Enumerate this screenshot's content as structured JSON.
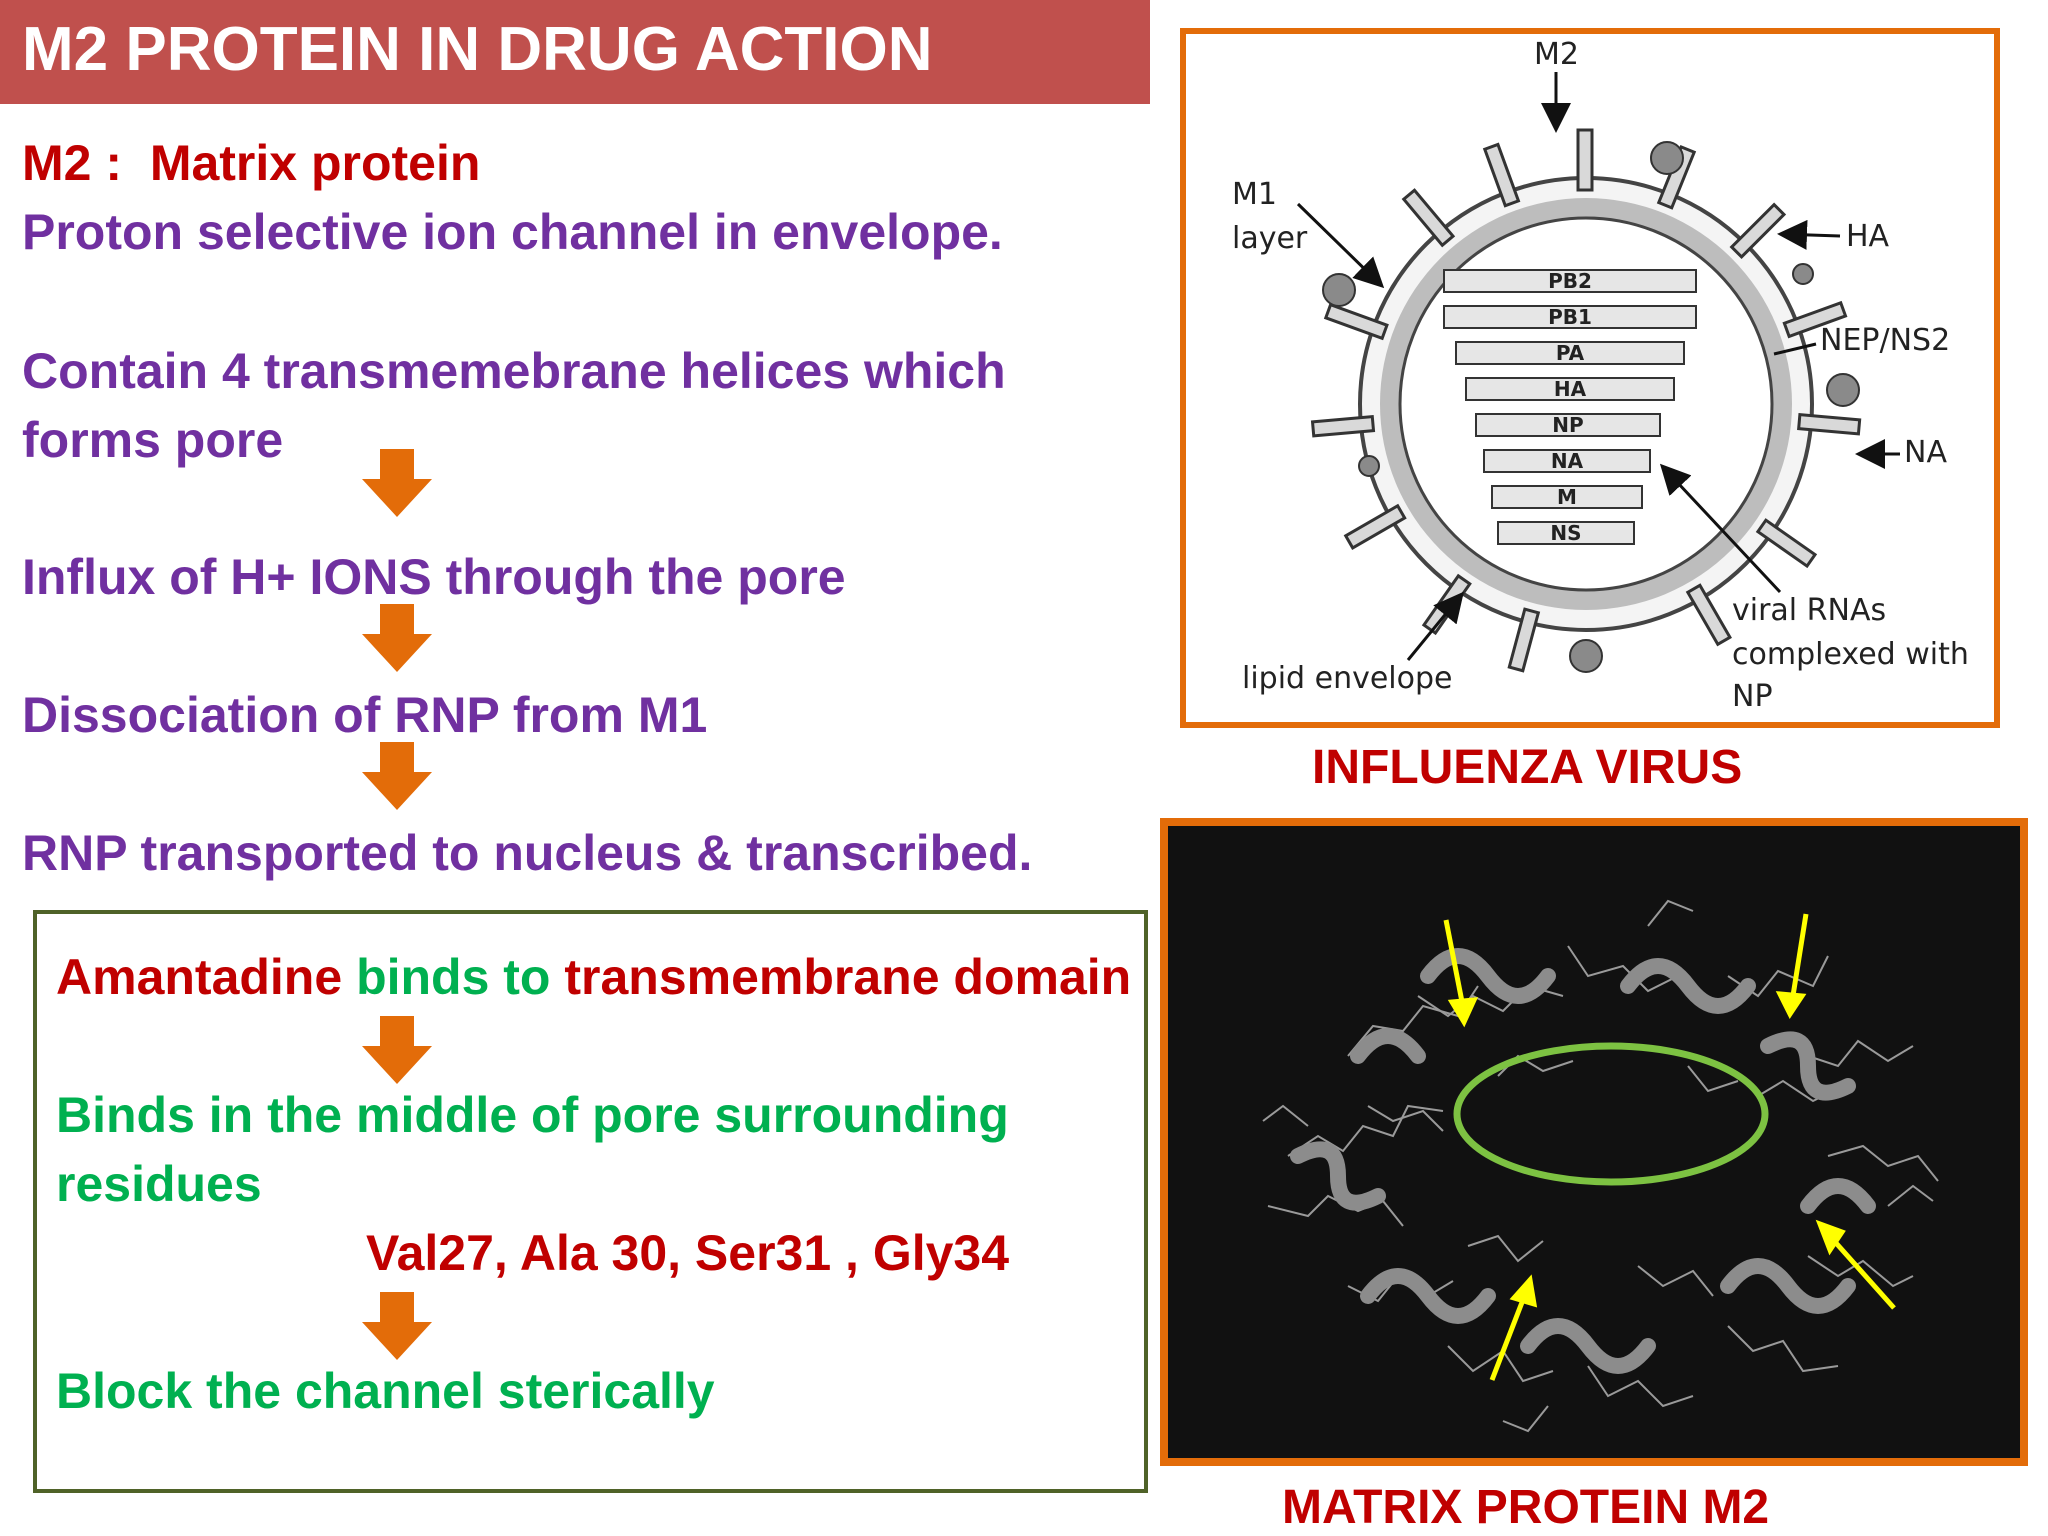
{
  "title": "M2 PROTEIN IN DRUG ACTION",
  "left": {
    "m2_prefix": "M2 : ",
    "m2_name": "Matrix protein",
    "line_proton": "Proton selective ion channel in envelope.",
    "line_contain_1": "Contain 4 transmemebrane helices which",
    "line_contain_2": "forms pore",
    "line_influx": "Influx of H+ IONS through the pore",
    "line_dissociation": "Dissociation of RNP from M1",
    "line_rnp": "RNP transported to nucleus & transcribed."
  },
  "box": {
    "amantadine": "Amantadine",
    "binds_to": " binds to ",
    "tm_domain": "transmembrane domain",
    "binds_middle_1": "Binds in the middle of pore surrounding",
    "binds_middle_2": "residues",
    "residues": "Val27, Ala 30, Ser31 , Gly34",
    "block": "Block the channel sterically"
  },
  "virus_diagram": {
    "labels": {
      "m2": "M2",
      "m1_line1": "M1",
      "m1_line2": "layer",
      "ha": "HA",
      "nep": "NEP/NS2",
      "na": "NA",
      "viral_1": "viral RNAs",
      "viral_2": "complexed with",
      "viral_3": "NP",
      "lipid": "lipid envelope"
    },
    "segments": [
      "PB2",
      "PB1",
      "PA",
      "HA",
      "NP",
      "NA",
      "M",
      "NS"
    ]
  },
  "captions": {
    "virus": "INFLUENZA VIRUS",
    "m2": "MATRIX PROTEIN M2"
  },
  "colors": {
    "title_bg": "#c0504d",
    "red": "#c00000",
    "purple": "#7030a0",
    "green": "#00b050",
    "orange": "#e36c09"
  }
}
